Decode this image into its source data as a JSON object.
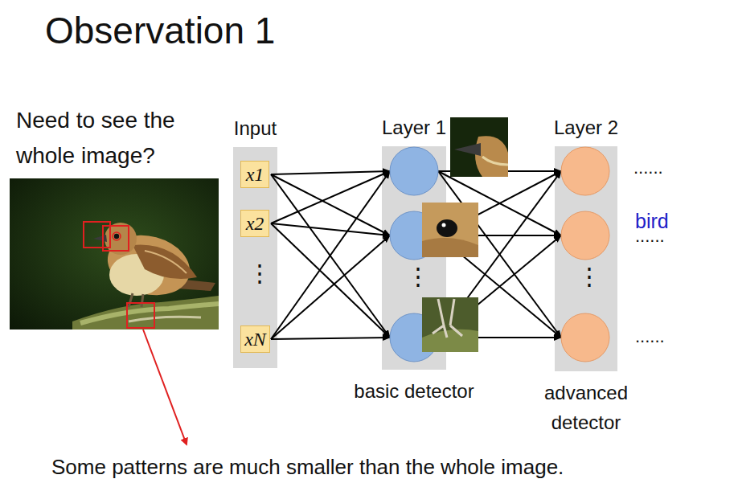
{
  "diagram": {
    "title": "Observation 1",
    "nodes": [
      {
        "text": [
          "Input"
        ]
      },
      {
        "text": [
          "x1"
        ],
        "in": 0
      },
      {
        "text": [
          "x2"
        ],
        "in": 0
      },
      {
        "text": [
          "xN"
        ],
        "in": 0
      },
      {
        "text": [
          "Layer 1",
          "basic detector"
        ]
      },
      {
        "text": [
          "Layer 2",
          "advanced detector"
        ]
      }
    ],
    "labels": [
      "Need to see the whole image?",
      "⋮",
      "⋮",
      "⋮",
      "......",
      "bird",
      "......",
      "......",
      "Some patterns are much smaller than the whole image."
    ]
  }
}
